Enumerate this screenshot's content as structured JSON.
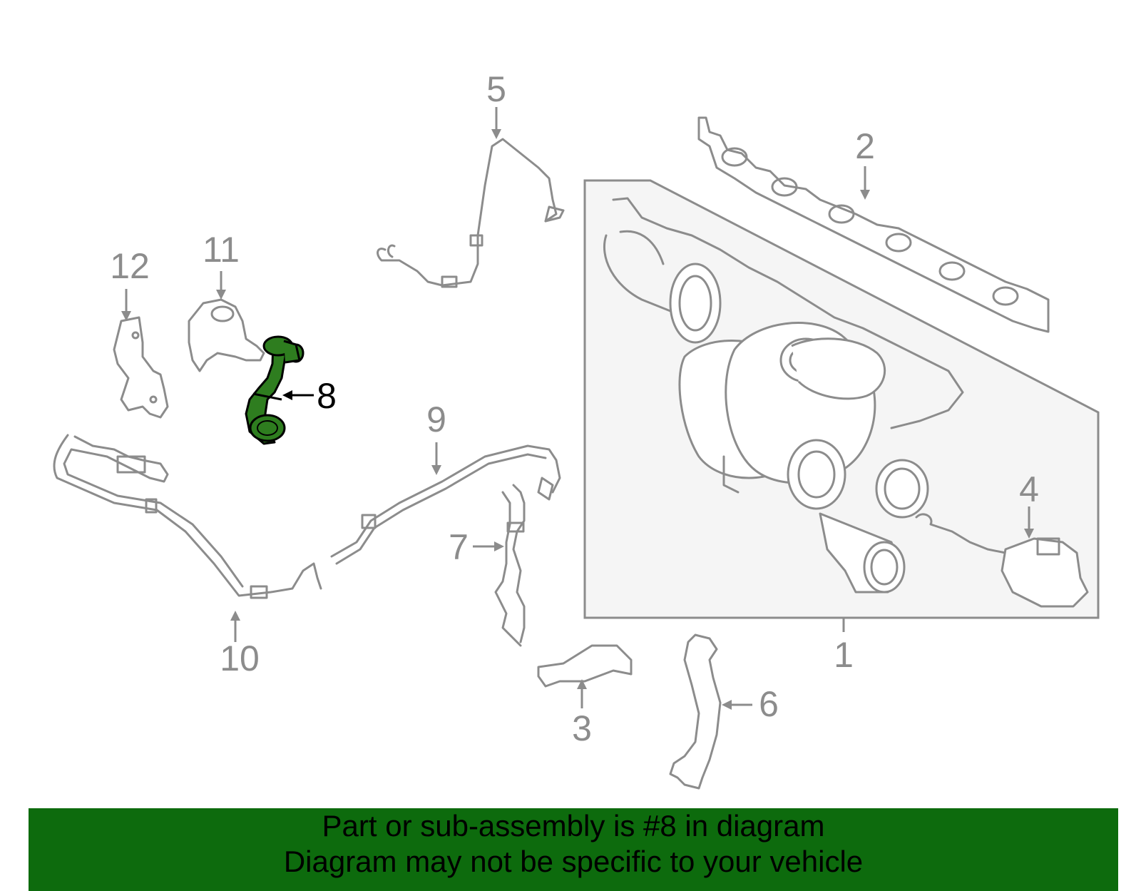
{
  "callouts": {
    "c1": "1",
    "c2": "2",
    "c3": "3",
    "c4": "4",
    "c5": "5",
    "c6": "6",
    "c7": "7",
    "c8": "8",
    "c9": "9",
    "c10": "10",
    "c11": "11",
    "c12": "12"
  },
  "highlighted_part": "8",
  "colors": {
    "highlight": "#2e7d1f",
    "banner": "#0d6b0d",
    "line": "#8c8c8c",
    "panel": "#f5f5f5"
  },
  "banner": {
    "line1": "Part or sub-assembly is #8 in diagram",
    "line2": "Diagram may not be specific to your vehicle"
  }
}
